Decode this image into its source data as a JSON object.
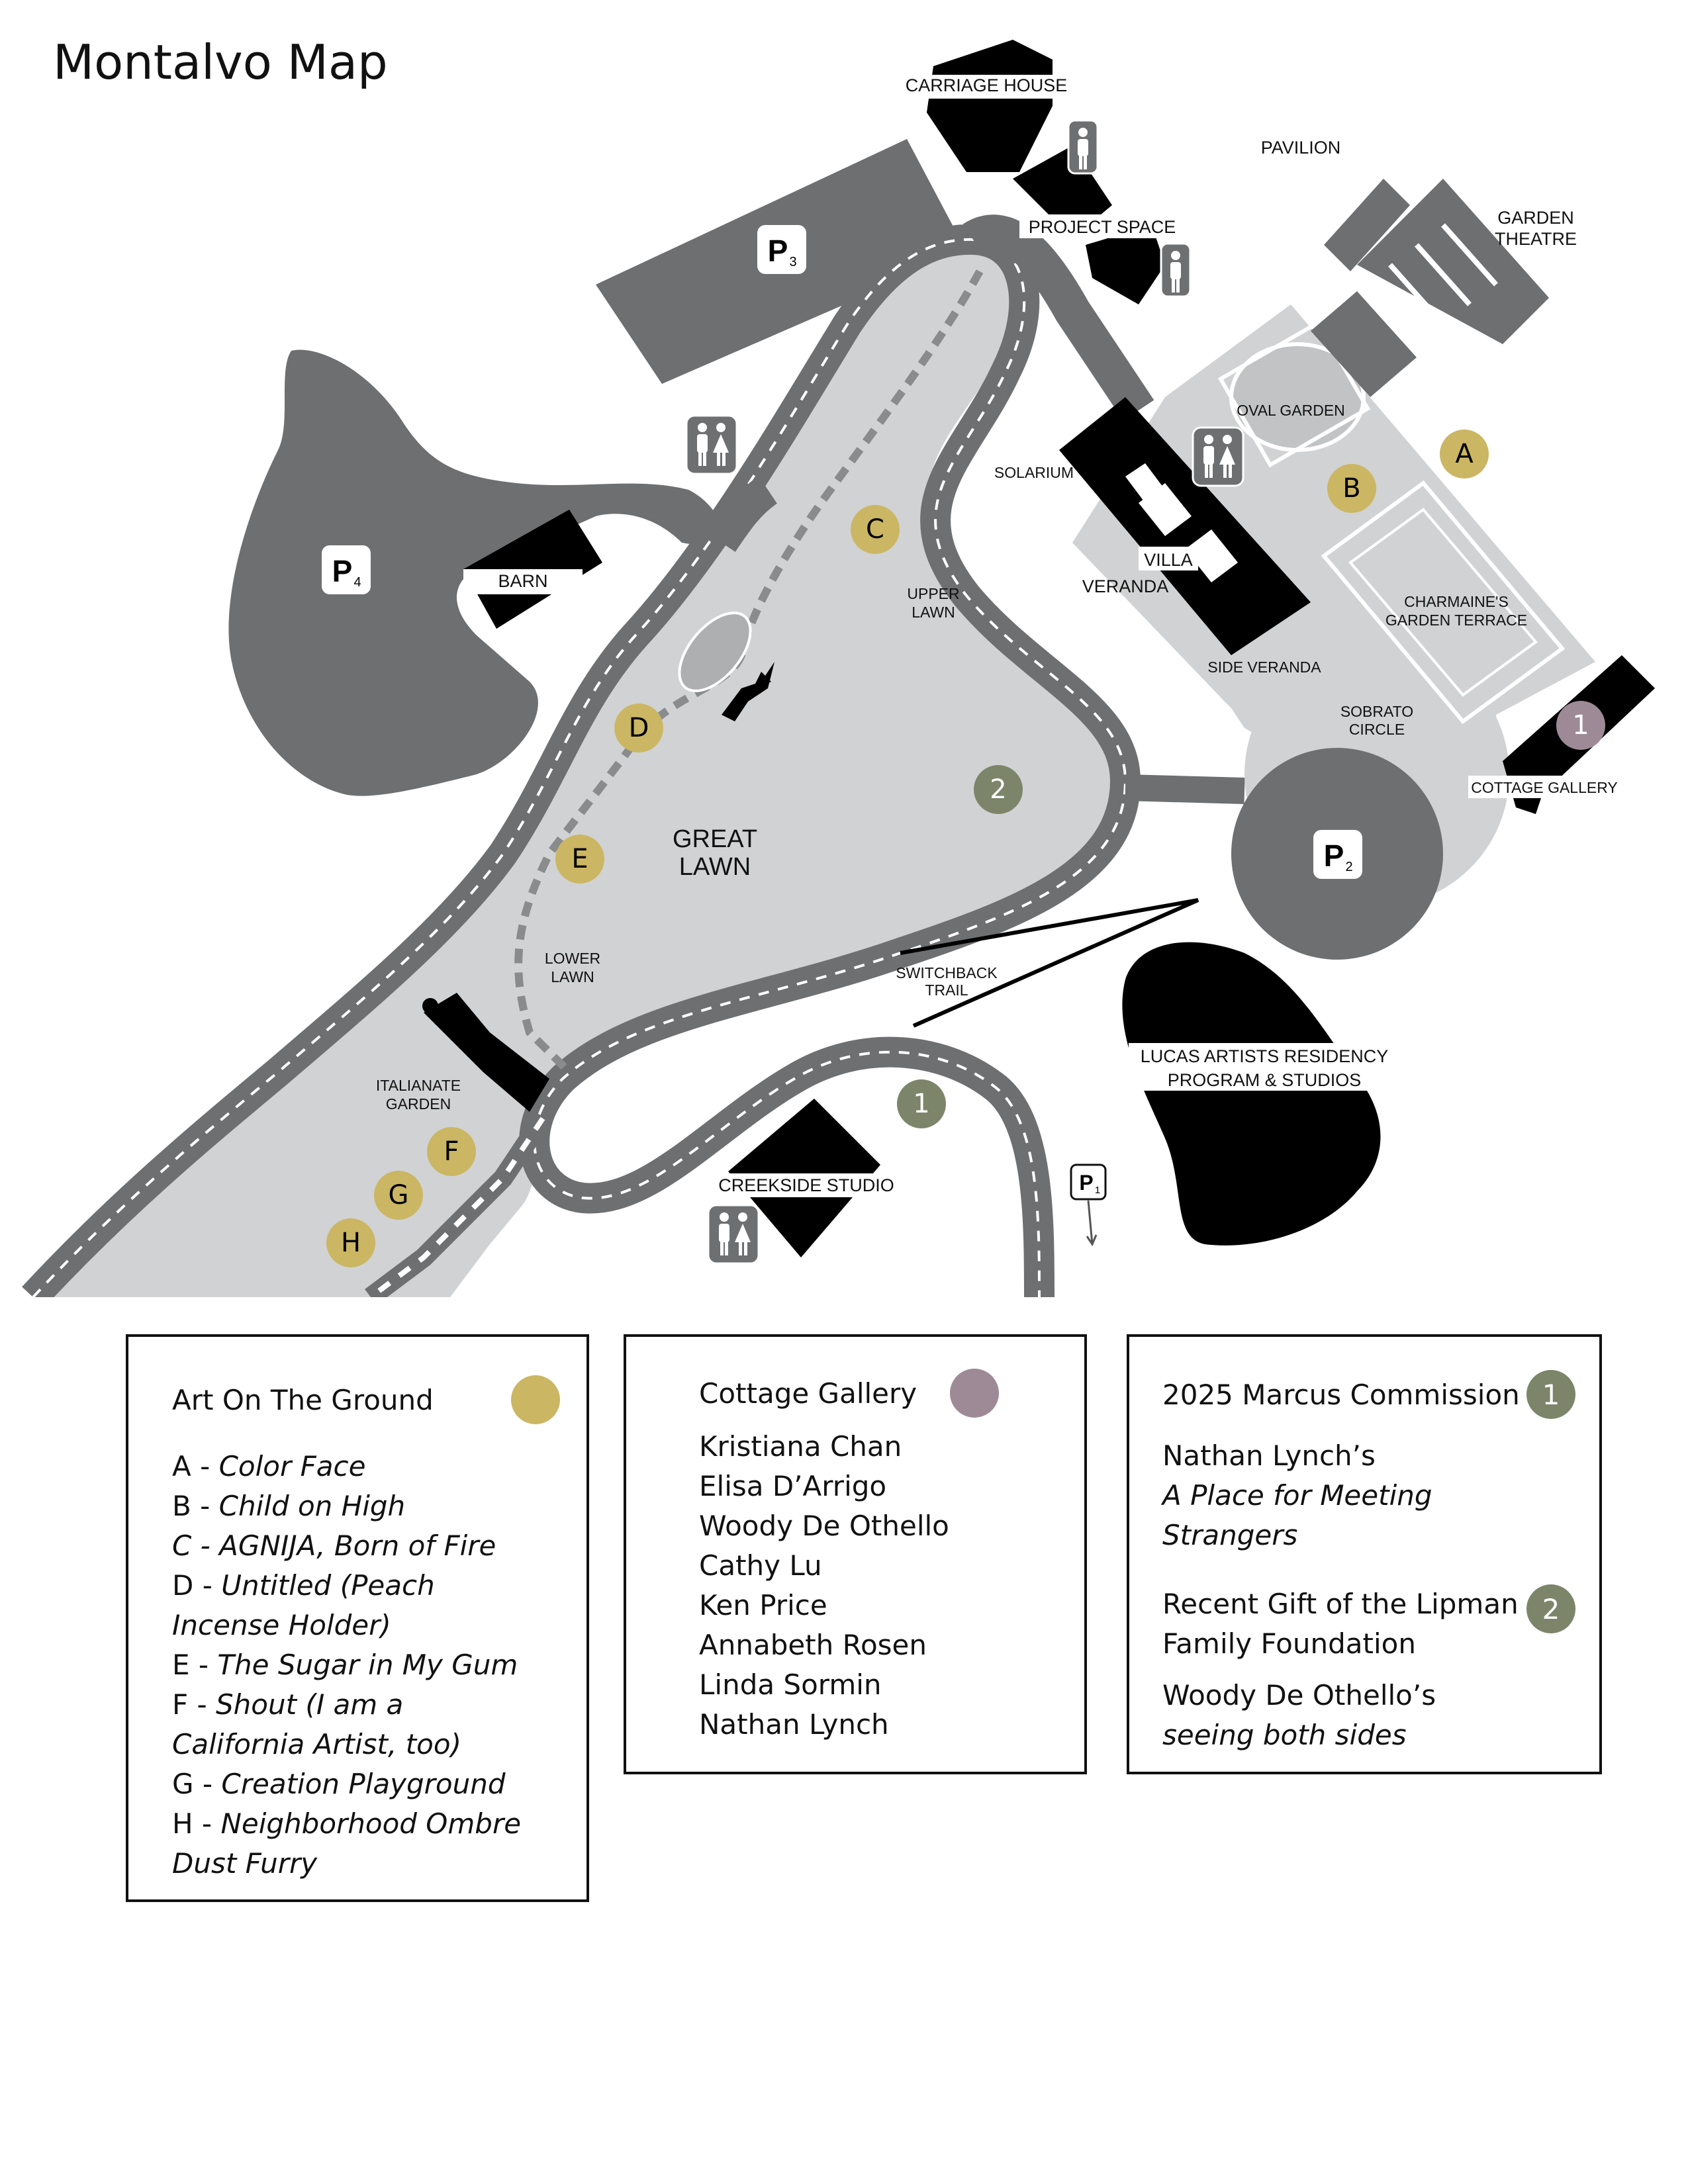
{
  "title": "Montalvo Map",
  "colors": {
    "road": "#6e6f71",
    "lawn": "#d1d2d4",
    "building": "#000000",
    "marker_art": "#cbb663",
    "marker_cottage": "#9e8a96",
    "marker_commission": "#7c8569"
  },
  "map": {
    "labels": {
      "carriage_house": "CARRIAGE HOUSE",
      "pavilion": "PAVILION",
      "project_space": "PROJECT SPACE",
      "garden_theatre_1": "GARDEN",
      "garden_theatre_2": "THEATRE",
      "oval_garden": "OVAL GARDEN",
      "solarium": "SOLARIUM",
      "villa": "VILLA",
      "veranda": "VERANDA",
      "charmaines_1": "CHARMAINE'S",
      "charmaines_2": "GARDEN TERRACE",
      "side_veranda": "SIDE VERANDA",
      "sobrato_1": "SOBRATO",
      "sobrato_2": "CIRCLE",
      "cottage_gallery": "COTTAGE GALLERY",
      "barn": "BARN",
      "upper_lawn_1": "UPPER",
      "upper_lawn_2": "LAWN",
      "great_lawn_1": "GREAT",
      "great_lawn_2": "LAWN",
      "lower_lawn_1": "LOWER",
      "lower_lawn_2": "LAWN",
      "switchback_1": "SWITCHBACK",
      "switchback_2": "TRAIL",
      "italianate_1": "ITALIANATE",
      "italianate_2": "GARDEN",
      "lucas_1": "LUCAS ARTISTS RESIDENCY",
      "lucas_2": "PROGRAM & STUDIOS",
      "creekside": "CREEKSIDE STUDIO"
    },
    "parking": {
      "p1": {
        "letter": "P",
        "sub": "1"
      },
      "p2": {
        "letter": "P",
        "sub": "2"
      },
      "p3": {
        "letter": "P",
        "sub": "3"
      },
      "p4": {
        "letter": "P",
        "sub": "4"
      }
    },
    "markers": {
      "A": "A",
      "B": "B",
      "C": "C",
      "D": "D",
      "E": "E",
      "F": "F",
      "G": "G",
      "H": "H",
      "cottage_1": "1",
      "commission_1": "1",
      "gift_2": "2"
    }
  },
  "legend_art": {
    "heading": "Art On The Ground",
    "items": [
      {
        "prefix": "A - ",
        "title": "Color Face"
      },
      {
        "prefix": "B -  ",
        "title": "Child on High"
      },
      {
        "prefix": "",
        "title": "C - AGNIJA, Born of Fire"
      },
      {
        "prefix": "D - ",
        "title": "Untitled (Peach"
      },
      {
        "prefix": "",
        "title": "Incense Holder)"
      },
      {
        "prefix": "E - ",
        "title": "The Sugar in My Gum"
      },
      {
        "prefix": "F - ",
        "title": "Shout (I am a"
      },
      {
        "prefix": "",
        "title": "California Artist, too)"
      },
      {
        "prefix": "G - ",
        "title": "Creation Playground"
      },
      {
        "prefix": "H - ",
        "title": "Neighborhood Ombre"
      },
      {
        "prefix": "",
        "title": "Dust Furry"
      }
    ]
  },
  "legend_cottage": {
    "heading": "Cottage Gallery",
    "artists": [
      "Kristiana Chan",
      "Elisa D’Arrigo",
      "Woody De Othello",
      "Cathy Lu",
      "Ken Price",
      "Annabeth Rosen",
      "Linda Sormin",
      "Nathan Lynch"
    ]
  },
  "legend_commission": {
    "heading": "2025 Marcus Commission",
    "marker": "1",
    "artist": "Nathan Lynch’s",
    "work": "A Place for Meeting Strangers",
    "gift_heading_1": "Recent Gift of the Lipman",
    "gift_heading_2": "Family Foundation",
    "gift_marker": "2",
    "gift_artist": "Woody De Othello’s",
    "gift_work": "seeing both sides"
  }
}
